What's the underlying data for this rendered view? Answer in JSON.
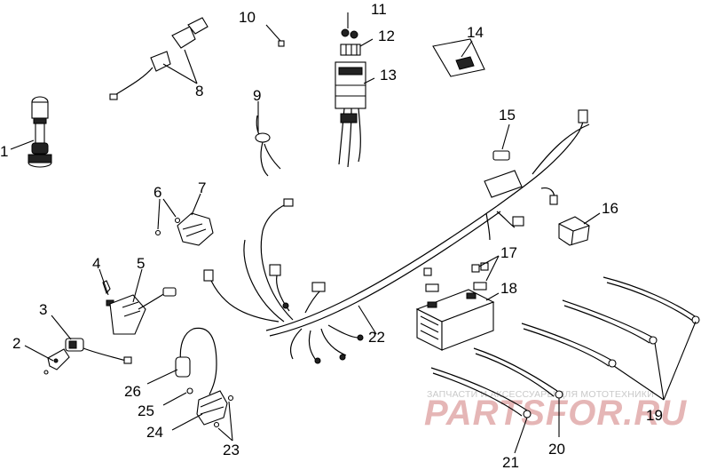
{
  "callouts": {
    "n1": "1",
    "n2": "2",
    "n3": "3",
    "n4": "4",
    "n5": "5",
    "n6": "6",
    "n7": "7",
    "n8": "8",
    "n9": "9",
    "n10": "10",
    "n11": "11",
    "n12": "12",
    "n13": "13",
    "n14": "14",
    "n15": "15",
    "n16": "16",
    "n17": "17",
    "n18": "18",
    "n19": "19",
    "n20": "20",
    "n21": "21",
    "n22": "22",
    "n23": "23",
    "n24": "24",
    "n25": "25",
    "n26": "26"
  },
  "watermark": {
    "tagline": "ЗАПЧАСТИ И АКСЕССУАРЫ ДЛЯ МОТОТЕХНИКИ",
    "brand": "PARTSFOR.RU"
  },
  "colors": {
    "line": "#000000",
    "background": "#ffffff",
    "watermark_brand": "#e5b6b6",
    "watermark_tagline": "#c9c9c9"
  }
}
